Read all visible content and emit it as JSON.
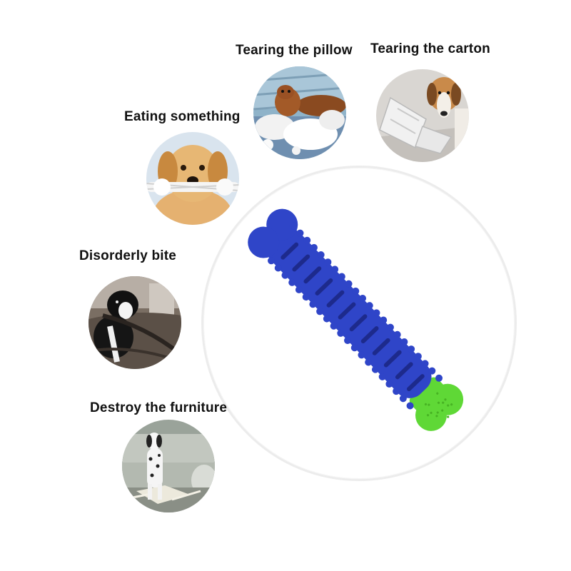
{
  "scenarios": [
    {
      "id": "pillow",
      "label": "Tearing the pillow",
      "icon": "dog-tearing-pillow-photo"
    },
    {
      "id": "carton",
      "label": "Tearing the carton",
      "icon": "dog-tearing-carton-photo"
    },
    {
      "id": "eating",
      "label": "Eating something",
      "icon": "dog-eating-rope-photo"
    },
    {
      "id": "biting",
      "label": "Disorderly bite",
      "icon": "dog-biting-cable-photo"
    },
    {
      "id": "furniture",
      "label": "Destroy the furniture",
      "icon": "dog-destroying-sofa-photo"
    }
  ],
  "product": {
    "icon": "dog-chew-stick-toothbrush-toy",
    "colors": {
      "body": "#2f45c8",
      "body_dark": "#1d2a8c",
      "end_cap": "#5fd836"
    }
  }
}
